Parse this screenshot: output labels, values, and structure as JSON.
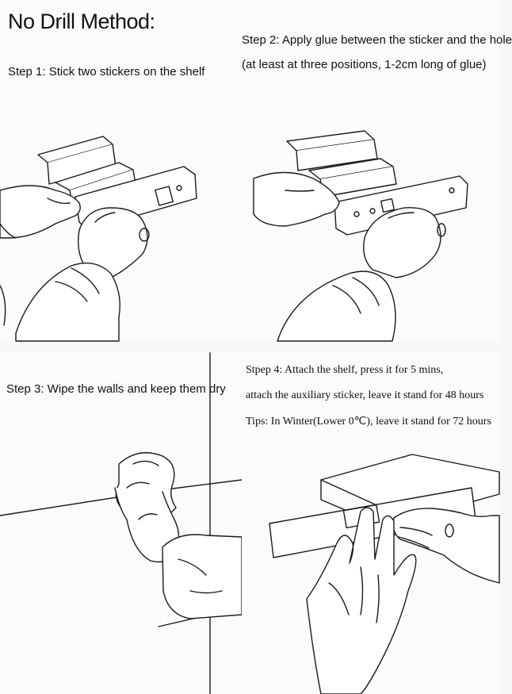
{
  "title": "No Drill Method:",
  "steps": {
    "step1": "Step 1: Stick two stickers on the shelf",
    "step2_line1": "Step 2: Apply glue between the sticker and the hole",
    "step2_line2": "(at least at three positions, 1-2cm long of glue)",
    "step3": "Step 3: Wipe the walls and keep them dry",
    "step4_line1": "Stpep 4: Attach the shelf, press it for 5 mins,",
    "step4_line2": "attach the auxiliary sticker, leave it stand for 48 hours",
    "step4_line3": "Tips: In Winter(Lower 0℃), leave it stand for 72 hours"
  }
}
